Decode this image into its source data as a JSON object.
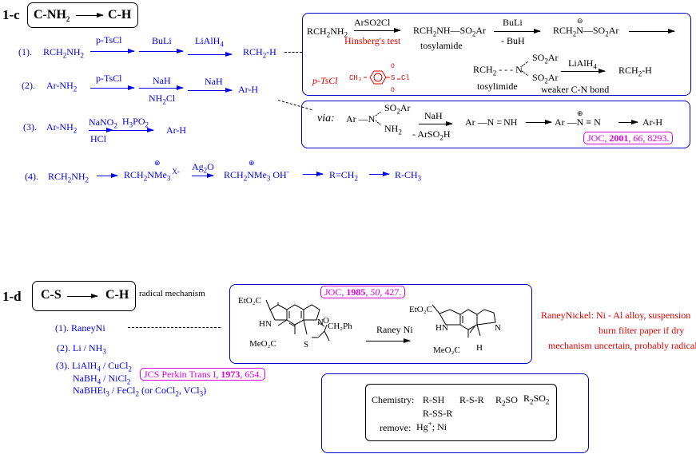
{
  "section_c": {
    "label": "1-c",
    "title_from": "C-NH",
    "title_from_sub": "2",
    "title_to": "C-H",
    "routes": [
      {
        "num": "(1).",
        "start": "RCH2NH2",
        "reagents": [
          "p-TsCl",
          "BuLi",
          "LiAlH4"
        ],
        "product": "RCH2-H"
      },
      {
        "num": "(2).",
        "start": "Ar-NH2",
        "reagents": [
          "p-TsCl",
          "NaH / NH2Cl",
          "NaH"
        ],
        "product": "Ar-H"
      },
      {
        "num": "(3).",
        "start": "Ar-NH2",
        "reagents": [
          "NaNO2 / HCl",
          "H3PO2"
        ],
        "product": "Ar-H"
      },
      {
        "num": "(4).",
        "start": "RCH2NH2",
        "intermediates": [
          "RCH2NMe3+ X-",
          "Ag2O",
          "RCH2NMe3+ OH-",
          "R=CH2"
        ],
        "product": "R-CH3"
      }
    ],
    "labels": {
      "p_tscl": "p-TsCl",
      "buli": "BuLi",
      "lialh": "LiAlH",
      "nah": "NaH",
      "nh2cl_a": "NH",
      "nh2cl_b": "Cl",
      "nano": "NaNO",
      "hcl": "HCl",
      "h3po": "H",
      "h3po_b": "PO",
      "arh": "Ar-H",
      "arnh": "Ar-NH",
      "rch": "RCH",
      "nh": "NH",
      "h": "-H",
      "nme": "NMe",
      "x": "X",
      "ag": "Ag",
      "o": "O",
      "oh": "OH",
      "rch2": "R=CH",
      "rch3": "R-CH",
      "num1": "(1).",
      "num2": "(2).",
      "num3": "(3).",
      "num4": "(4).",
      "s2": "2",
      "s3": "3",
      "s4": "4",
      "minus": "-"
    },
    "mechanism_panel": {
      "reagent1": "ArSO2Cl",
      "hinsberg": "Hinsberg's test",
      "tosylamide_formula": "RCH2NH—SO2Ar",
      "tosylamide": "tosylamide",
      "reagent2": "BuLi",
      "reagent2_below": "- BuH",
      "anion": "RCH2N⊖—SO2Ar",
      "ptscl": "p-TsCl",
      "ptscl_struct": "CH3-C6H4-SO2-Cl",
      "tosylimide_formula": "RCH2---N(SO2Ar)2",
      "tosylimide": "tosylimide",
      "reagent3": "LiAlH4",
      "product": "RCH2-H",
      "weaker": "weaker C-N bond"
    },
    "via_panel": {
      "via": "via:",
      "reagent": "NaH",
      "reagent_below": "- ArSO2H",
      "step1": "Ar—N(SO2Ar)NH2",
      "step2": "Ar—N=NH",
      "step3": "Ar—N⊕≡N",
      "product": "Ar-H",
      "ref": {
        "journal": "JOC, ",
        "year": "2001",
        "vol": "66",
        "page": ", 8293."
      }
    }
  },
  "section_d": {
    "label": "1-d",
    "title_from": "C-S",
    "title_to": "C-H",
    "note": "radical mechanism",
    "methods": [
      "(1). RaneyNi",
      "(2). Li / NH3",
      "(3). LiAlH4 / CuCl2",
      "NaBH4 / NiCl2",
      "NaBHEt3 / FeCl2 (or CoCl2, VCl3)"
    ],
    "ref_methods": {
      "journal": "JCS Perkin Trans I, ",
      "year": "1973",
      "page": ", 654."
    },
    "example": {
      "ref": {
        "journal": "JOC, ",
        "year": "1985",
        "vol": "50",
        "page": ", 427."
      },
      "reagent": "Raney  Ni",
      "sm_labels": [
        "EtO2C",
        "HN",
        "N",
        "CH2Ph",
        "MeO2C",
        "S",
        "O"
      ],
      "prod_labels": [
        "EtO2C",
        "HN",
        "N",
        "MeO2C",
        "H"
      ]
    },
    "raney_note": [
      "RaneyNickel:  Ni - Al alloy, suspension",
      "burn filter paper if dry",
      "mechanism uncertain, probably radical"
    ],
    "chemistry_box": {
      "label": "Chemistry:",
      "items": [
        "R-SH",
        "R-S-R",
        "R2SO",
        "R2SO2",
        "R-SS-R"
      ],
      "remove_label": "remove:",
      "remove_value": "Hg+; Ni"
    }
  },
  "colors": {
    "route": "#0000ee",
    "panel_border": "#0000cc",
    "reference": "#e000e0",
    "note": "#e00000"
  }
}
